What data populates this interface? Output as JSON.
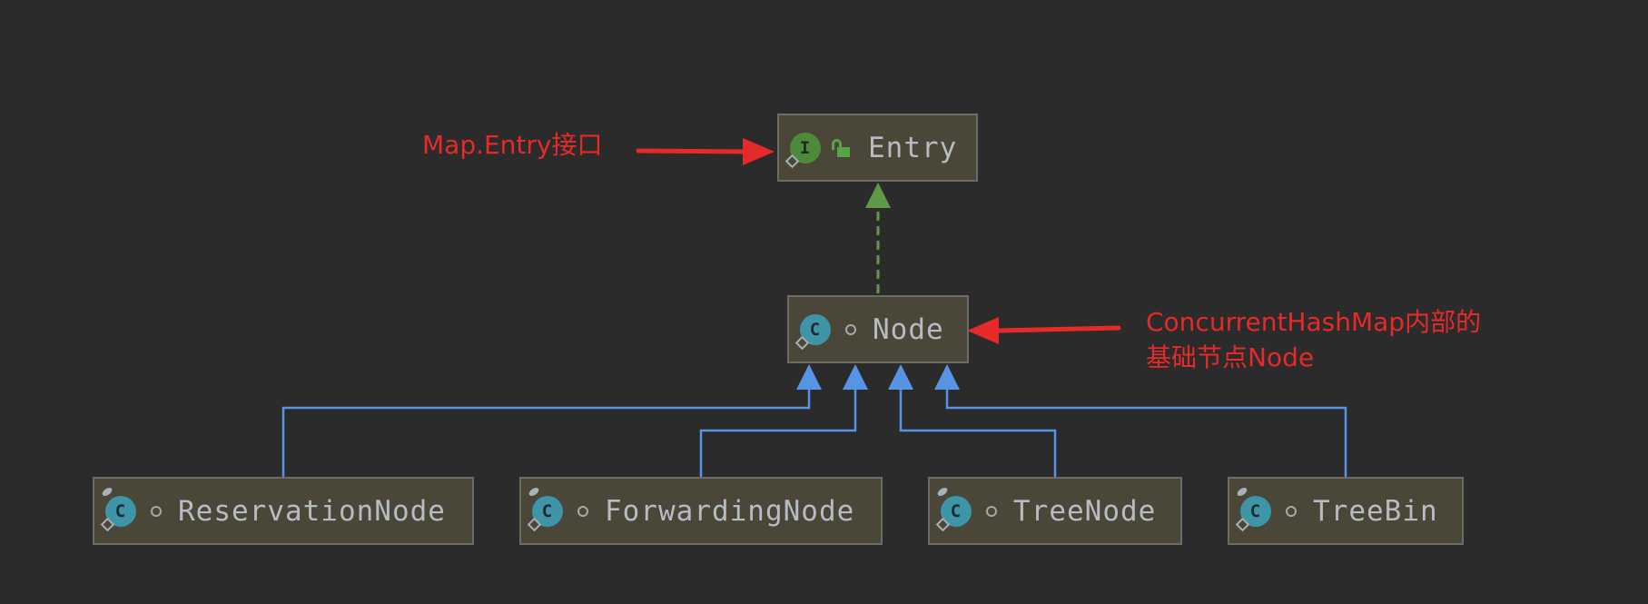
{
  "nodes": {
    "entry": {
      "label": "Entry",
      "kind": "interface",
      "icon_letter": "I",
      "icon": "interface-icon",
      "modifier": "unlocked-lock-icon"
    },
    "node": {
      "label": "Node",
      "kind": "class",
      "icon_letter": "C",
      "icon": "class-icon",
      "modifier": "package-private-dot-icon"
    },
    "reservation": {
      "label": "ReservationNode",
      "kind": "class",
      "icon_letter": "C",
      "icon": "class-icon"
    },
    "forwarding": {
      "label": "ForwardingNode",
      "kind": "class",
      "icon_letter": "C",
      "icon": "class-icon"
    },
    "treenode": {
      "label": "TreeNode",
      "kind": "class",
      "icon_letter": "C",
      "icon": "class-icon"
    },
    "treebin": {
      "label": "TreeBin",
      "kind": "class",
      "icon_letter": "C",
      "icon": "class-icon"
    }
  },
  "edges": [
    {
      "from": "node",
      "to": "entry",
      "type": "implements"
    },
    {
      "from": "reservation",
      "to": "node",
      "type": "extends"
    },
    {
      "from": "forwarding",
      "to": "node",
      "type": "extends"
    },
    {
      "from": "treenode",
      "to": "node",
      "type": "extends"
    },
    {
      "from": "treebin",
      "to": "node",
      "type": "extends"
    }
  ],
  "annotations": {
    "entry_note": "Map.Entry接口",
    "node_note_line1": "ConcurrentHashMap内部的",
    "node_note_line2": "基础节点Node"
  },
  "colors": {
    "background": "#2b2b2b",
    "node_fill": "#4a4638",
    "implements_edge": "#5e9a48",
    "extends_edge": "#5694e6",
    "annotation": "#e62a2a"
  }
}
